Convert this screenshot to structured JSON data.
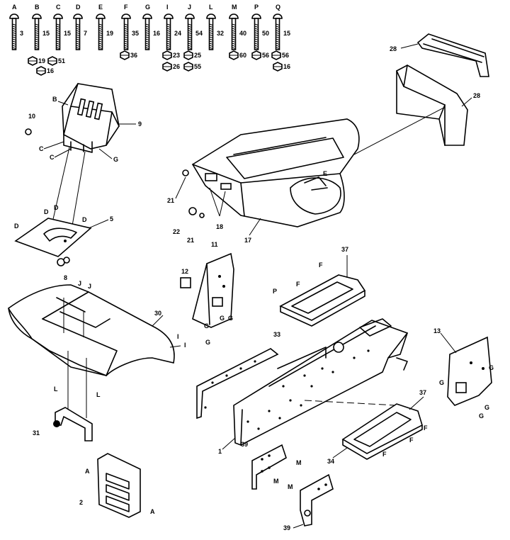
{
  "hardware_row": {
    "letters": [
      "A",
      "B",
      "C",
      "D",
      "E",
      "F",
      "G",
      "I",
      "J",
      "L",
      "M",
      "P",
      "Q"
    ],
    "bolt_numbers": [
      "3",
      "15",
      "15",
      "7",
      "19",
      "35",
      "16",
      "24",
      "54",
      "32",
      "40",
      "50",
      "15"
    ],
    "nut_numbers": [
      "19",
      "51",
      "16",
      "36",
      "23",
      "25",
      "26",
      "55",
      "60",
      "56",
      "56",
      "16"
    ]
  },
  "callouts": {
    "c10": "10",
    "c9": "9",
    "cB": "B",
    "cC1": "C",
    "cC2": "C",
    "cG1": "G",
    "c5": "5",
    "cD1": "D",
    "cD2": "D",
    "cD3": "D",
    "cD4": "D",
    "c8": "8",
    "c28a": "28",
    "c28b": "28",
    "cE": "E",
    "c21a": "21",
    "c21b": "21",
    "c22": "22",
    "c18": "18",
    "c17": "17",
    "c11": "11",
    "c12": "12",
    "cG2": "G",
    "cG3": "G",
    "cG4": "G",
    "cG5": "G",
    "c37a": "37",
    "cF1": "F",
    "cF2": "F",
    "cP": "P",
    "c33": "33",
    "cJ1": "J",
    "cJ2": "J",
    "c30": "30",
    "cI1": "I",
    "cI2": "I",
    "cL1": "L",
    "cL2": "L",
    "c31": "31",
    "c13": "13",
    "cG6": "G",
    "cG7": "G",
    "cG8": "G",
    "cG9": "G",
    "c37b": "37",
    "cF3": "F",
    "cF4": "F",
    "cF5": "F",
    "c34": "34",
    "c1": "1",
    "c39a": "39",
    "c39b": "39",
    "cM1": "M",
    "cM2": "M",
    "cM3": "M",
    "cA1": "A",
    "cA2": "A",
    "c2": "2"
  }
}
